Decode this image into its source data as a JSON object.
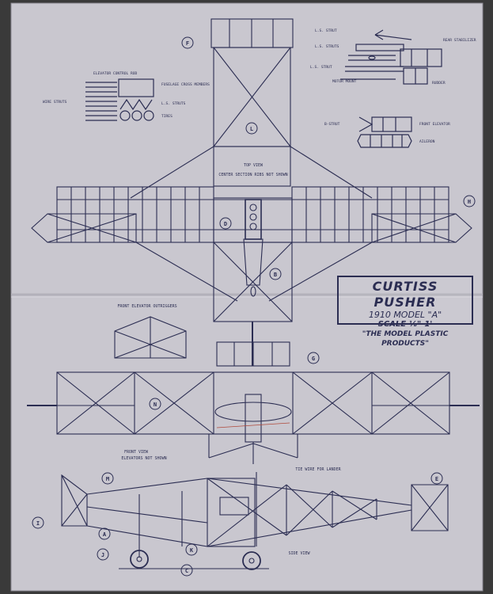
{
  "plan": {
    "title": "CURTISS PUSHER",
    "subtitle": "1910 MODEL \"A\"",
    "scale": "SCALE ⅛\"-1'",
    "maker": "\"THE MODEL PLASTIC PRODUCTS\""
  },
  "callouts": [
    "F",
    "L",
    "D",
    "B",
    "H",
    "G",
    "N",
    "E",
    "M",
    "I",
    "A",
    "J",
    "C",
    "K"
  ],
  "view_labels": {
    "top_view": "TOP VIEW",
    "top_view_note": "CENTER SECTION RIBS NOT SHOWN",
    "front_view": "FRONT VIEW",
    "front_view_note": "ELEVATORS NOT SHOWN",
    "side_view": "SIDE VIEW",
    "front_elevator": "FRONT ELEVATOR OUTRIGGERS",
    "tie_wire": "TIE WIRE FOR LANDER"
  },
  "parts": {
    "elevator_control_rod": "ELEVATOR CONTROL ROD",
    "fuselage_cross": "FUSELAGE CROSS MEMBERS",
    "wire_struts": "WIRE STRUTS",
    "ls_struts": "L.S. STRUTS",
    "tires": "TIRES",
    "ls_strut_a": "L.S. STRUT",
    "ls_struts_b": "L.S. STRUTS",
    "rear_stabilizer": "REAR STABILIZER",
    "ls_strut_c": "L.S. STRUT",
    "rudder": "RUDDER",
    "motor_mount": "MOTOR MOUNT",
    "front_elevator": "FRONT ELEVATOR",
    "b_strut": "B-STRUT",
    "aileron": "AILERON"
  }
}
